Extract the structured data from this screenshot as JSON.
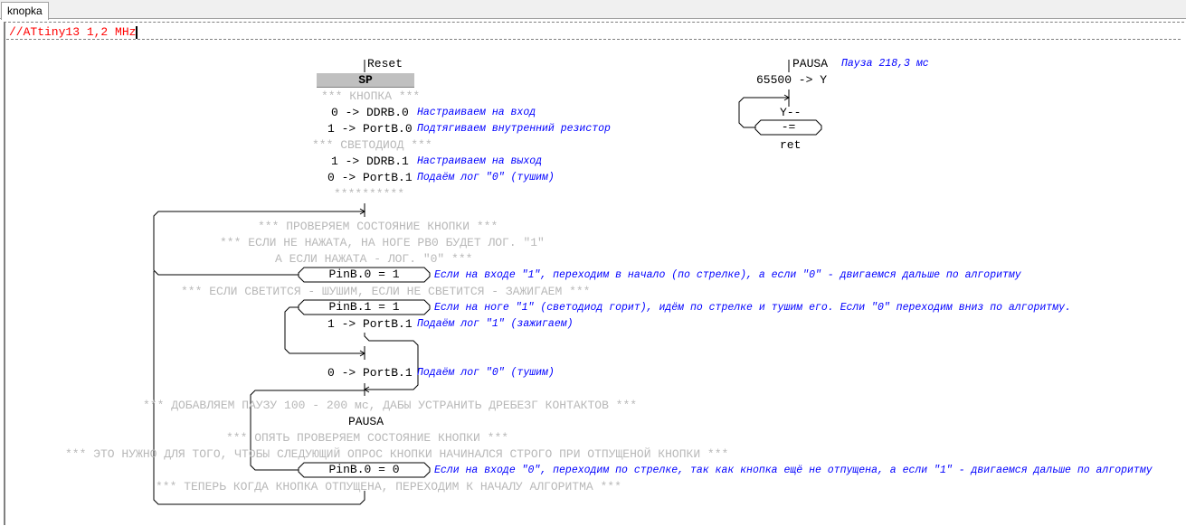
{
  "tab": "knopka",
  "editor_text": "//ATtiny13  1,2 MHz",
  "main": {
    "reset": "Reset",
    "sp": "SP",
    "c_knopka": "*** КНОПКА ***",
    "s1": "0 -> DDRB.0",
    "n1": "Настраиваем на вход",
    "s2": "1 -> PortB.0",
    "n2": "Подтягиваем внутренний резистор",
    "c_led": "*** СВЕТОДИОД ***",
    "s3": "1 -> DDRB.1",
    "n3": "Настраиваем на выход",
    "s4": "0 -> PortB.1",
    "n4": "Подаём лог \"0\" (тушим)",
    "stars": "**********",
    "c1": "*** ПРОВЕРЯЕМ СОСТОЯНИЕ КНОПКИ ***",
    "c2": "*** ЕСЛИ НЕ НАЖАТА, НА НОГЕ PB0 БУДЕТ ЛОГ. \"1\"",
    "c3": "А ЕСЛИ НАЖАТА - ЛОГ. \"0\" ***",
    "cond1": "PinB.0 = 1",
    "cn1": "Если на входе \"1\", переходим в начало (по стрелке), а если \"0\" - двигаемся дальше по алгоритму",
    "c4": "*** ЕСЛИ СВЕТИТСЯ - ШУШИМ, ЕСЛИ НЕ СВЕТИТСЯ - ЗАЖИГАЕМ ***",
    "cond2": "PinB.1 = 1",
    "cn2": "Если на ноге \"1\" (светодиод горит), идём по стрелке и тушим его. Если \"0\" переходим вниз по алгоритму.",
    "s5": "1 -> PortB.1",
    "n5": "Подаём лог \"1\" (зажигаем)",
    "s6": "0 -> PortB.1",
    "n6": "Подаём лог \"0\" (тушим)",
    "c5": "*** ДОБАВЛЯЕМ ПАУЗУ 100 - 200 мс, ДАБЫ УСТРАНИТЬ ДРЕБЕЗГ КОНТАКТОВ ***",
    "call": "PAUSA",
    "c6": "*** ОПЯТЬ ПРОВЕРЯЕМ СОСТОЯНИЕ КНОПКИ ***",
    "c7": "*** ЭТО НУЖНО ДЛЯ ТОГО, ЧТОБЫ СЛЕДУЮЩИЙ ОПРОС КНОПКИ НАЧИНАЛСЯ СТРОГО ПРИ ОТПУЩЕНОЙ КНОПКИ ***",
    "cond3": "PinB.0 = 0",
    "cn3": "Если на входе \"0\", переходим по стрелке, так как кнопка ещё не отпущена, а если \"1\" - двигаемся дальше по алгоритму",
    "c8": "*** ТЕПЕРЬ КОГДА КНОПКА ОТПУЩЕНА, ПЕРЕХОДИМ К НАЧАЛУ АЛГОРИТМА ***"
  },
  "sub": {
    "label": "PAUSA",
    "note": "Пауза 218,3 мс",
    "s1": "65500 -> Y",
    "s2": "Y--",
    "cond": "-=",
    "ret": "ret"
  }
}
